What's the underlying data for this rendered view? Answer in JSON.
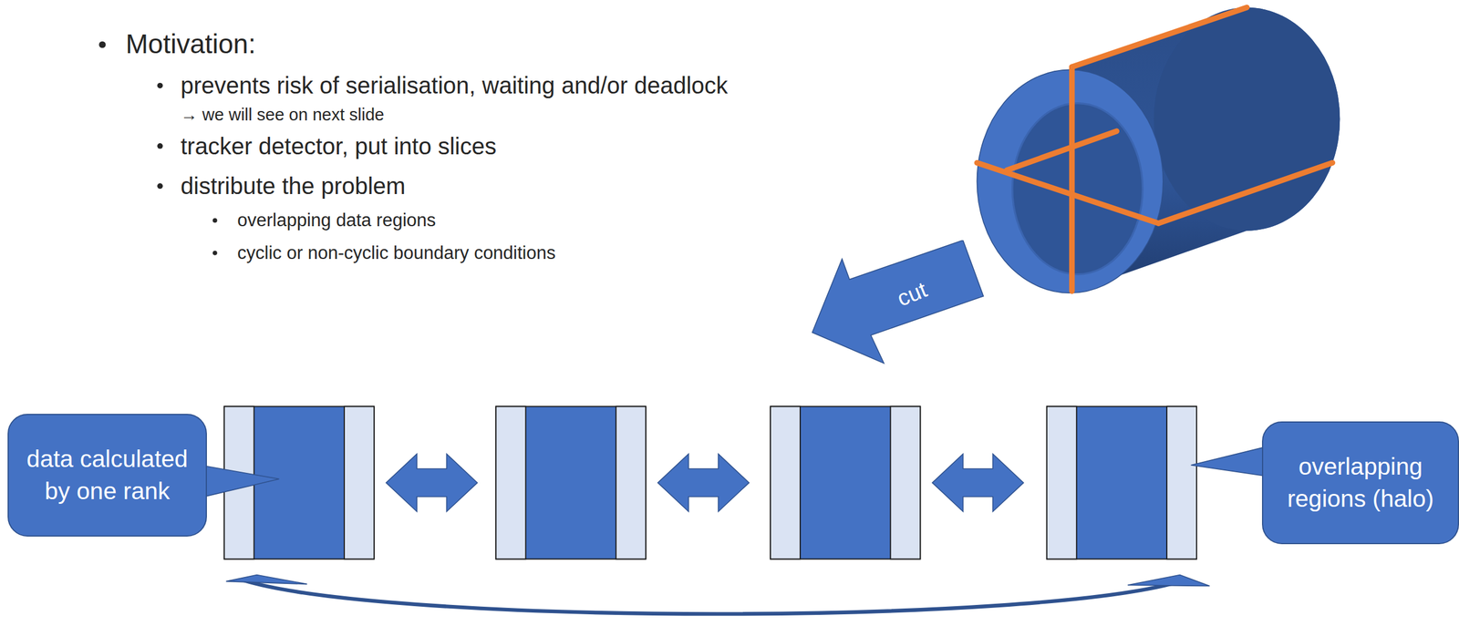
{
  "diagram": {
    "nodes": [
      {
        "text": [
          "cut"
        ]
      },
      {
        "text": [
          "data calculated by one rank"
        ]
      },
      {
        "text": [
          "overlapping regions (halo)"
        ]
      }
    ],
    "labels": [
      "Motivation:",
      "prevents risk of serialisation, waiting and/or deadlock",
      "→ we will see on next slide",
      "tracker detector, put into slices",
      "distribute the problem",
      "overlapping data regions",
      "cyclic or non-cyclic boundary conditions"
    ]
  }
}
